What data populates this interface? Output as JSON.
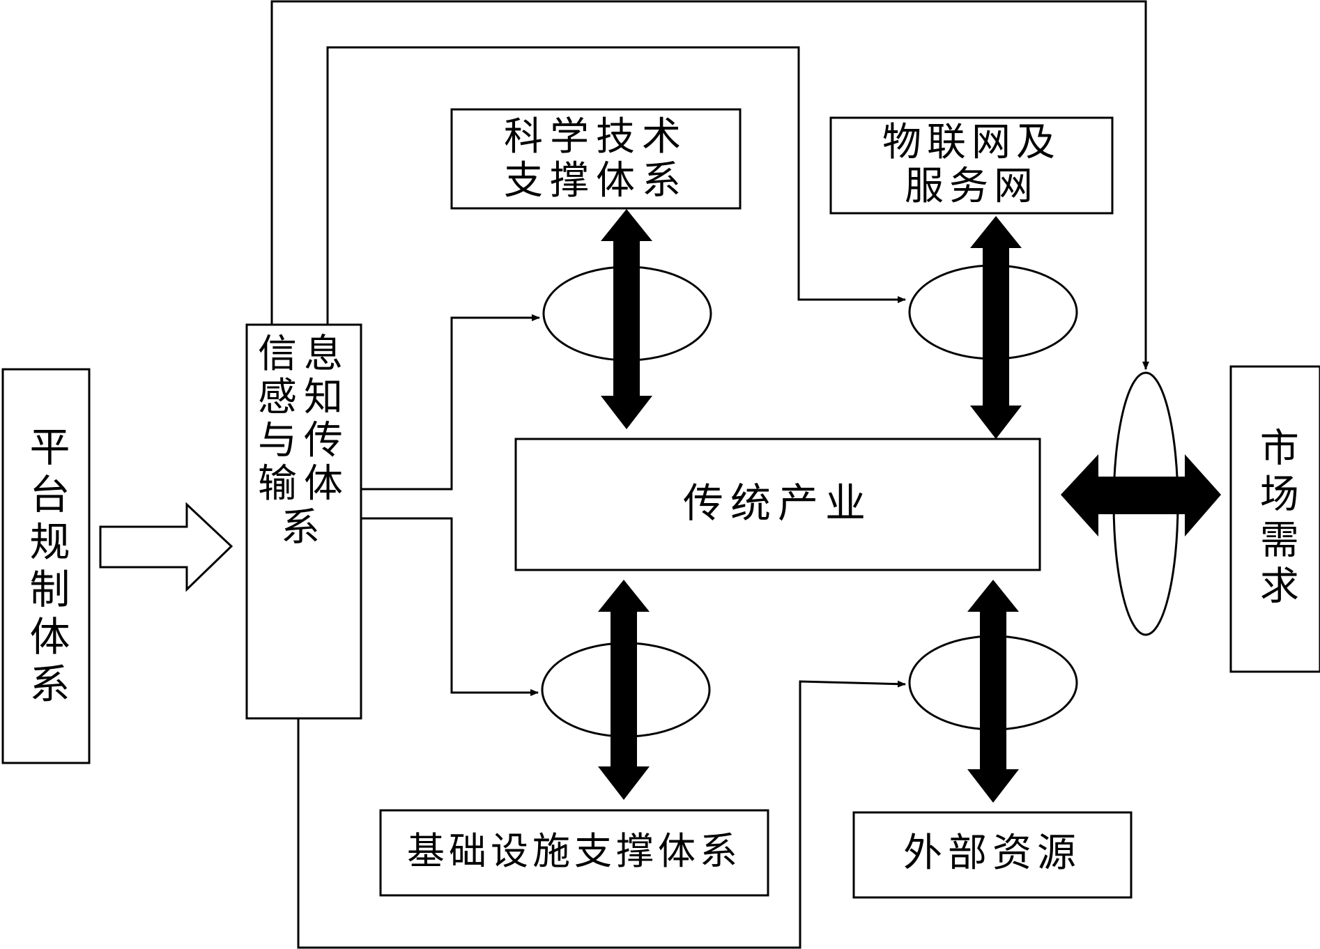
{
  "colors": {
    "stroke": "#000000",
    "background": "#ffffff"
  },
  "nodes": {
    "platform": "平台规制体系",
    "info_sensing": "信息\n感知\n与传\n输体\n系",
    "sci_tech": "科学技术\n支撑体系",
    "iot": "物联网及\n服务网",
    "traditional": "传统产业",
    "infrastructure": "基础设施支撑体系",
    "external": "外部资源",
    "market": "市场需求"
  }
}
